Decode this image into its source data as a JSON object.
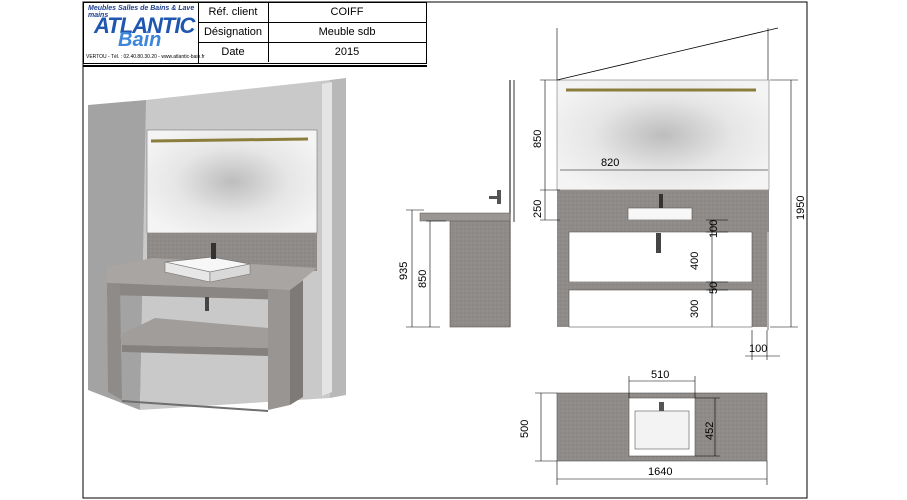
{
  "titleblock": {
    "logo": {
      "tagline": "Meubles Salles de Bains & Lave mains",
      "brand_line1": "ATLANTIC",
      "brand_line2": "Bain",
      "footer": "VERTOU - Tél. : 02.40.80.30.20 - www.atlantic-bain.fr"
    },
    "ref_label": "Réf. client",
    "ref_value": "COIFF",
    "designation_label": "Désignation",
    "designation_value": "Meuble sdb",
    "date_label": "Date",
    "date_value": "2015"
  },
  "dimensions": {
    "side": {
      "total_height": "935",
      "counter_height": "850"
    },
    "front": {
      "mirror_height": "850",
      "mirror_width": "820",
      "splash_height": "250",
      "top_thickness": "100",
      "drawer_height": "400",
      "shelf_thickness": "50",
      "base_height": "300",
      "overall_height": "1950",
      "leg_width": "100"
    },
    "top": {
      "sink_width": "510",
      "depth": "500",
      "sink_depth": "452",
      "width": "1640"
    }
  },
  "colors": {
    "stone": "#8f8b88",
    "stone_light": "#a9a5a2",
    "wall": "#c9c9c9",
    "wall_dark": "#9c9c9c",
    "mirror": "#e2e2e2",
    "light_bar": "#8a7d3e",
    "brand_blue": "#1f57b0"
  }
}
